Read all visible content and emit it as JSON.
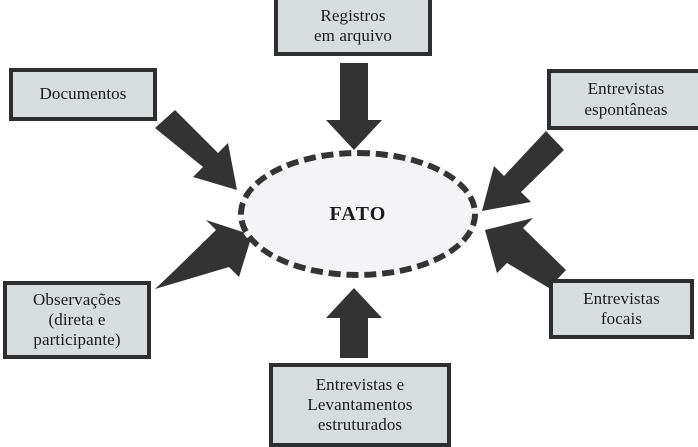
{
  "diagram": {
    "title": "FATO",
    "center": {
      "label": "FATO",
      "shape": "ellipse",
      "border_style": "dashed",
      "border_color": "#343434",
      "fill_color": "#f4f4f6"
    },
    "style": {
      "box_fill": "#d7dcdf",
      "box_border": "#2e2e2e",
      "arrow_color": "#333333",
      "background": "#ffffff",
      "text_color": "#1a1a1a"
    },
    "sources": [
      {
        "id": "registros",
        "label": "Registros\nem arquivo",
        "position": "top",
        "arrow_direction": "down"
      },
      {
        "id": "documentos",
        "label": "Documentos",
        "position": "top-left",
        "arrow_direction": "down-right"
      },
      {
        "id": "espontaneas",
        "label": "Entrevistas\nespontâneas",
        "position": "top-right",
        "arrow_direction": "down-left"
      },
      {
        "id": "observacoes",
        "label": "Observações\n(direta e\nparticipante)",
        "position": "bottom-left",
        "arrow_direction": "up-right"
      },
      {
        "id": "focais",
        "label": "Entrevistas\nfocais",
        "position": "bottom-right",
        "arrow_direction": "up-left"
      },
      {
        "id": "estruturadas",
        "label": "Entrevistas e\nLevantamentos\nestruturados",
        "position": "bottom",
        "arrow_direction": "up"
      }
    ]
  }
}
